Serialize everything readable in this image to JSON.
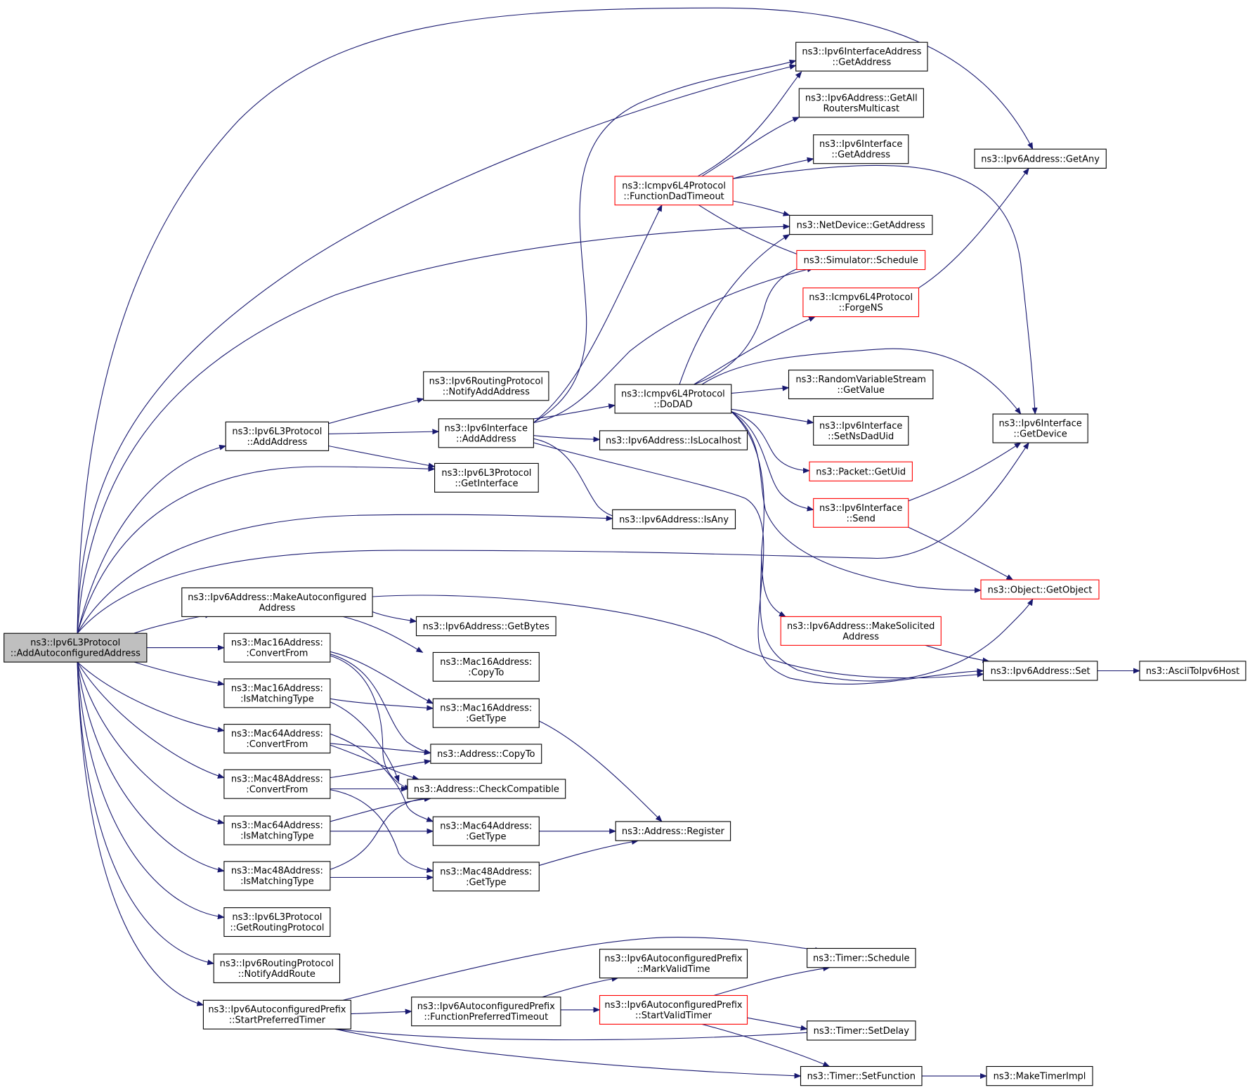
{
  "diagram": {
    "root": "n0",
    "colors": {
      "edge": "#191970",
      "node_border": "#000000",
      "node_incomplete_border": "#ff0000",
      "root_fill": "#bfbfbf",
      "node_fill": "#ffffff"
    },
    "nodes": [
      {
        "id": "n0",
        "lines": [
          "ns3::Ipv6L3Protocol",
          "::AddAutoconfiguredAddress"
        ],
        "border": "root"
      },
      {
        "id": "n1",
        "lines": [
          "ns3::Ipv6InterfaceAddress",
          "::GetAddress"
        ],
        "border": "black"
      },
      {
        "id": "n2",
        "lines": [
          "ns3::Ipv6Address::GetAll",
          "RoutersMulticast"
        ],
        "border": "black"
      },
      {
        "id": "n3",
        "lines": [
          "ns3::Ipv6Interface",
          "::GetAddress"
        ],
        "border": "black"
      },
      {
        "id": "n4",
        "lines": [
          "ns3::Ipv6Address::GetAny"
        ],
        "border": "black"
      },
      {
        "id": "n5",
        "lines": [
          "ns3::Icmpv6L4Protocol",
          "::FunctionDadTimeout"
        ],
        "border": "red"
      },
      {
        "id": "n6",
        "lines": [
          "ns3::NetDevice::GetAddress"
        ],
        "border": "black"
      },
      {
        "id": "n7",
        "lines": [
          "ns3::Simulator::Schedule"
        ],
        "border": "red"
      },
      {
        "id": "n8",
        "lines": [
          "ns3::Icmpv6L4Protocol",
          "::ForgeNS"
        ],
        "border": "red"
      },
      {
        "id": "n9",
        "lines": [
          "ns3::Ipv6RoutingProtocol",
          "::NotifyAddAddress"
        ],
        "border": "black"
      },
      {
        "id": "n10",
        "lines": [
          "ns3::Icmpv6L4Protocol",
          "::DoDAD"
        ],
        "border": "black"
      },
      {
        "id": "n11",
        "lines": [
          "ns3::RandomVariableStream",
          "::GetValue"
        ],
        "border": "black"
      },
      {
        "id": "n12",
        "lines": [
          "ns3::Ipv6L3Protocol",
          "::AddAddress"
        ],
        "border": "black"
      },
      {
        "id": "n13",
        "lines": [
          "ns3::Ipv6Interface",
          "::AddAddress"
        ],
        "border": "black"
      },
      {
        "id": "n14",
        "lines": [
          "ns3::Ipv6Interface",
          "::SetNsDadUid"
        ],
        "border": "black"
      },
      {
        "id": "n15",
        "lines": [
          "ns3::Ipv6Interface",
          "::GetDevice"
        ],
        "border": "black"
      },
      {
        "id": "n16",
        "lines": [
          "ns3::Ipv6Address::IsLocalhost"
        ],
        "border": "black"
      },
      {
        "id": "n17",
        "lines": [
          "ns3::Ipv6L3Protocol",
          "::GetInterface"
        ],
        "border": "black"
      },
      {
        "id": "n18",
        "lines": [
          "ns3::Packet::GetUid"
        ],
        "border": "red"
      },
      {
        "id": "n19",
        "lines": [
          "ns3::Ipv6Interface",
          "::Send"
        ],
        "border": "red"
      },
      {
        "id": "n20",
        "lines": [
          "ns3::Ipv6Address::IsAny"
        ],
        "border": "black"
      },
      {
        "id": "n21",
        "lines": [
          "ns3::Object::GetObject"
        ],
        "border": "red"
      },
      {
        "id": "n22",
        "lines": [
          "ns3::Ipv6Address::MakeAutoconfigured",
          "Address"
        ],
        "border": "black"
      },
      {
        "id": "n23",
        "lines": [
          "ns3::Ipv6Address::MakeSolicited",
          "Address"
        ],
        "border": "red"
      },
      {
        "id": "n24",
        "lines": [
          "ns3::Ipv6Address::GetBytes"
        ],
        "border": "black"
      },
      {
        "id": "n25",
        "lines": [
          "ns3::Mac16Address:",
          ":ConvertFrom"
        ],
        "border": "black"
      },
      {
        "id": "n26",
        "lines": [
          "ns3::Mac16Address:",
          ":CopyTo"
        ],
        "border": "black"
      },
      {
        "id": "n27",
        "lines": [
          "ns3::Ipv6Address::Set"
        ],
        "border": "black"
      },
      {
        "id": "n28",
        "lines": [
          "ns3::AsciiToIpv6Host"
        ],
        "border": "black"
      },
      {
        "id": "n29",
        "lines": [
          "ns3::Mac16Address:",
          ":IsMatchingType"
        ],
        "border": "black"
      },
      {
        "id": "n30",
        "lines": [
          "ns3::Mac16Address:",
          ":GetType"
        ],
        "border": "black"
      },
      {
        "id": "n31",
        "lines": [
          "ns3::Mac64Address:",
          ":ConvertFrom"
        ],
        "border": "black"
      },
      {
        "id": "n32",
        "lines": [
          "ns3::Address::CopyTo"
        ],
        "border": "black"
      },
      {
        "id": "n33",
        "lines": [
          "ns3::Mac48Address:",
          ":ConvertFrom"
        ],
        "border": "black"
      },
      {
        "id": "n34",
        "lines": [
          "ns3::Address::CheckCompatible"
        ],
        "border": "black"
      },
      {
        "id": "n35",
        "lines": [
          "ns3::Mac64Address:",
          ":IsMatchingType"
        ],
        "border": "black"
      },
      {
        "id": "n36",
        "lines": [
          "ns3::Mac64Address:",
          ":GetType"
        ],
        "border": "black"
      },
      {
        "id": "n37",
        "lines": [
          "ns3::Address::Register"
        ],
        "border": "black"
      },
      {
        "id": "n38",
        "lines": [
          "ns3::Mac48Address:",
          ":IsMatchingType"
        ],
        "border": "black"
      },
      {
        "id": "n39",
        "lines": [
          "ns3::Mac48Address:",
          ":GetType"
        ],
        "border": "black"
      },
      {
        "id": "n40",
        "lines": [
          "ns3::Ipv6L3Protocol",
          "::GetRoutingProtocol"
        ],
        "border": "black"
      },
      {
        "id": "n41",
        "lines": [
          "ns3::Ipv6RoutingProtocol",
          "::NotifyAddRoute"
        ],
        "border": "black"
      },
      {
        "id": "n42",
        "lines": [
          "ns3::Timer::Schedule"
        ],
        "border": "black"
      },
      {
        "id": "n43",
        "lines": [
          "ns3::Ipv6AutoconfiguredPrefix",
          "::MarkValidTime"
        ],
        "border": "black"
      },
      {
        "id": "n44",
        "lines": [
          "ns3::Ipv6AutoconfiguredPrefix",
          "::StartPreferredTimer"
        ],
        "border": "black"
      },
      {
        "id": "n45",
        "lines": [
          "ns3::Ipv6AutoconfiguredPrefix",
          "::FunctionPreferredTimeout"
        ],
        "border": "black"
      },
      {
        "id": "n46",
        "lines": [
          "ns3::Ipv6AutoconfiguredPrefix",
          "::StartValidTimer"
        ],
        "border": "red"
      },
      {
        "id": "n47",
        "lines": [
          "ns3::Timer::SetDelay"
        ],
        "border": "black"
      },
      {
        "id": "n48",
        "lines": [
          "ns3::Timer::SetFunction"
        ],
        "border": "black"
      },
      {
        "id": "n49",
        "lines": [
          "ns3::MakeTimerImpl"
        ],
        "border": "black"
      }
    ]
  }
}
